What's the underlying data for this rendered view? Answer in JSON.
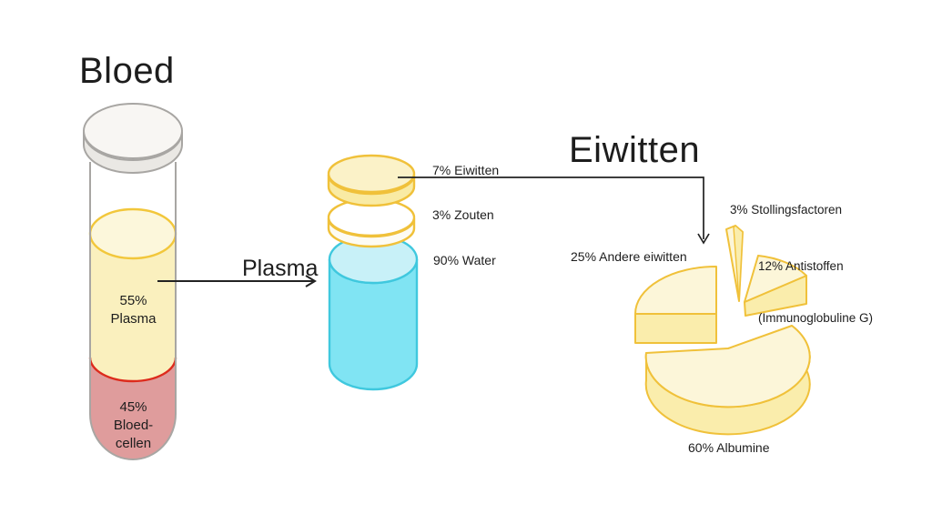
{
  "blood": {
    "title": "Bloed",
    "segments": [
      {
        "name": "plasma",
        "percent": "55%",
        "label": "Plasma"
      },
      {
        "name": "bloedcellen",
        "percent": "45%",
        "label_line1": "Bloed-",
        "label_line2": "cellen"
      }
    ]
  },
  "plasma": {
    "arrow_label": "Plasma",
    "components": [
      {
        "name": "eiwitten",
        "label": "7% Eiwitten"
      },
      {
        "name": "zouten",
        "label": "3% Zouten"
      },
      {
        "name": "water",
        "label": "90% Water"
      }
    ]
  },
  "eiwitten": {
    "title": "Eiwitten",
    "slices": [
      {
        "name": "stollingsfactoren",
        "label": "3% Stollingsfactoren"
      },
      {
        "name": "antistoffen",
        "label_line1": "12% Antistoffen",
        "label_line2": "(Immunoglobuline G)"
      },
      {
        "name": "andere_eiwitten",
        "label": "25% Andere eiwitten"
      },
      {
        "name": "albumine",
        "label": "60% Albumine"
      }
    ]
  },
  "chart_data": [
    {
      "type": "bar",
      "title": "Bloed",
      "categories": [
        "Plasma",
        "Bloedcellen"
      ],
      "values": [
        55,
        45
      ],
      "unit": "%"
    },
    {
      "type": "pie",
      "title": "Plasma",
      "categories": [
        "Water",
        "Eiwitten",
        "Zouten"
      ],
      "values": [
        90,
        7,
        3
      ],
      "unit": "%"
    },
    {
      "type": "pie",
      "title": "Eiwitten",
      "categories": [
        "Albumine",
        "Andere eiwitten",
        "Antistoffen (Immunoglobuline G)",
        "Stollingsfactoren"
      ],
      "values": [
        60,
        25,
        12,
        3
      ],
      "unit": "%"
    }
  ],
  "colors": {
    "gold_stroke": "#F0C13A",
    "plasma_fill": "#FAF0BE",
    "plasma_surface": "#FCF7DB",
    "blood_fill": "#DF9C9C",
    "red_stroke": "#DD2B1C",
    "cyan_fill": "#80E4F3",
    "cyan_top": "#C8F1F8",
    "cyan_stroke": "#3FC8DE",
    "pie_top": "#FCF6D9",
    "pie_side": "#FAEDAC",
    "glass_stroke": "#A8A6A3",
    "text": "#1D1D1D"
  }
}
